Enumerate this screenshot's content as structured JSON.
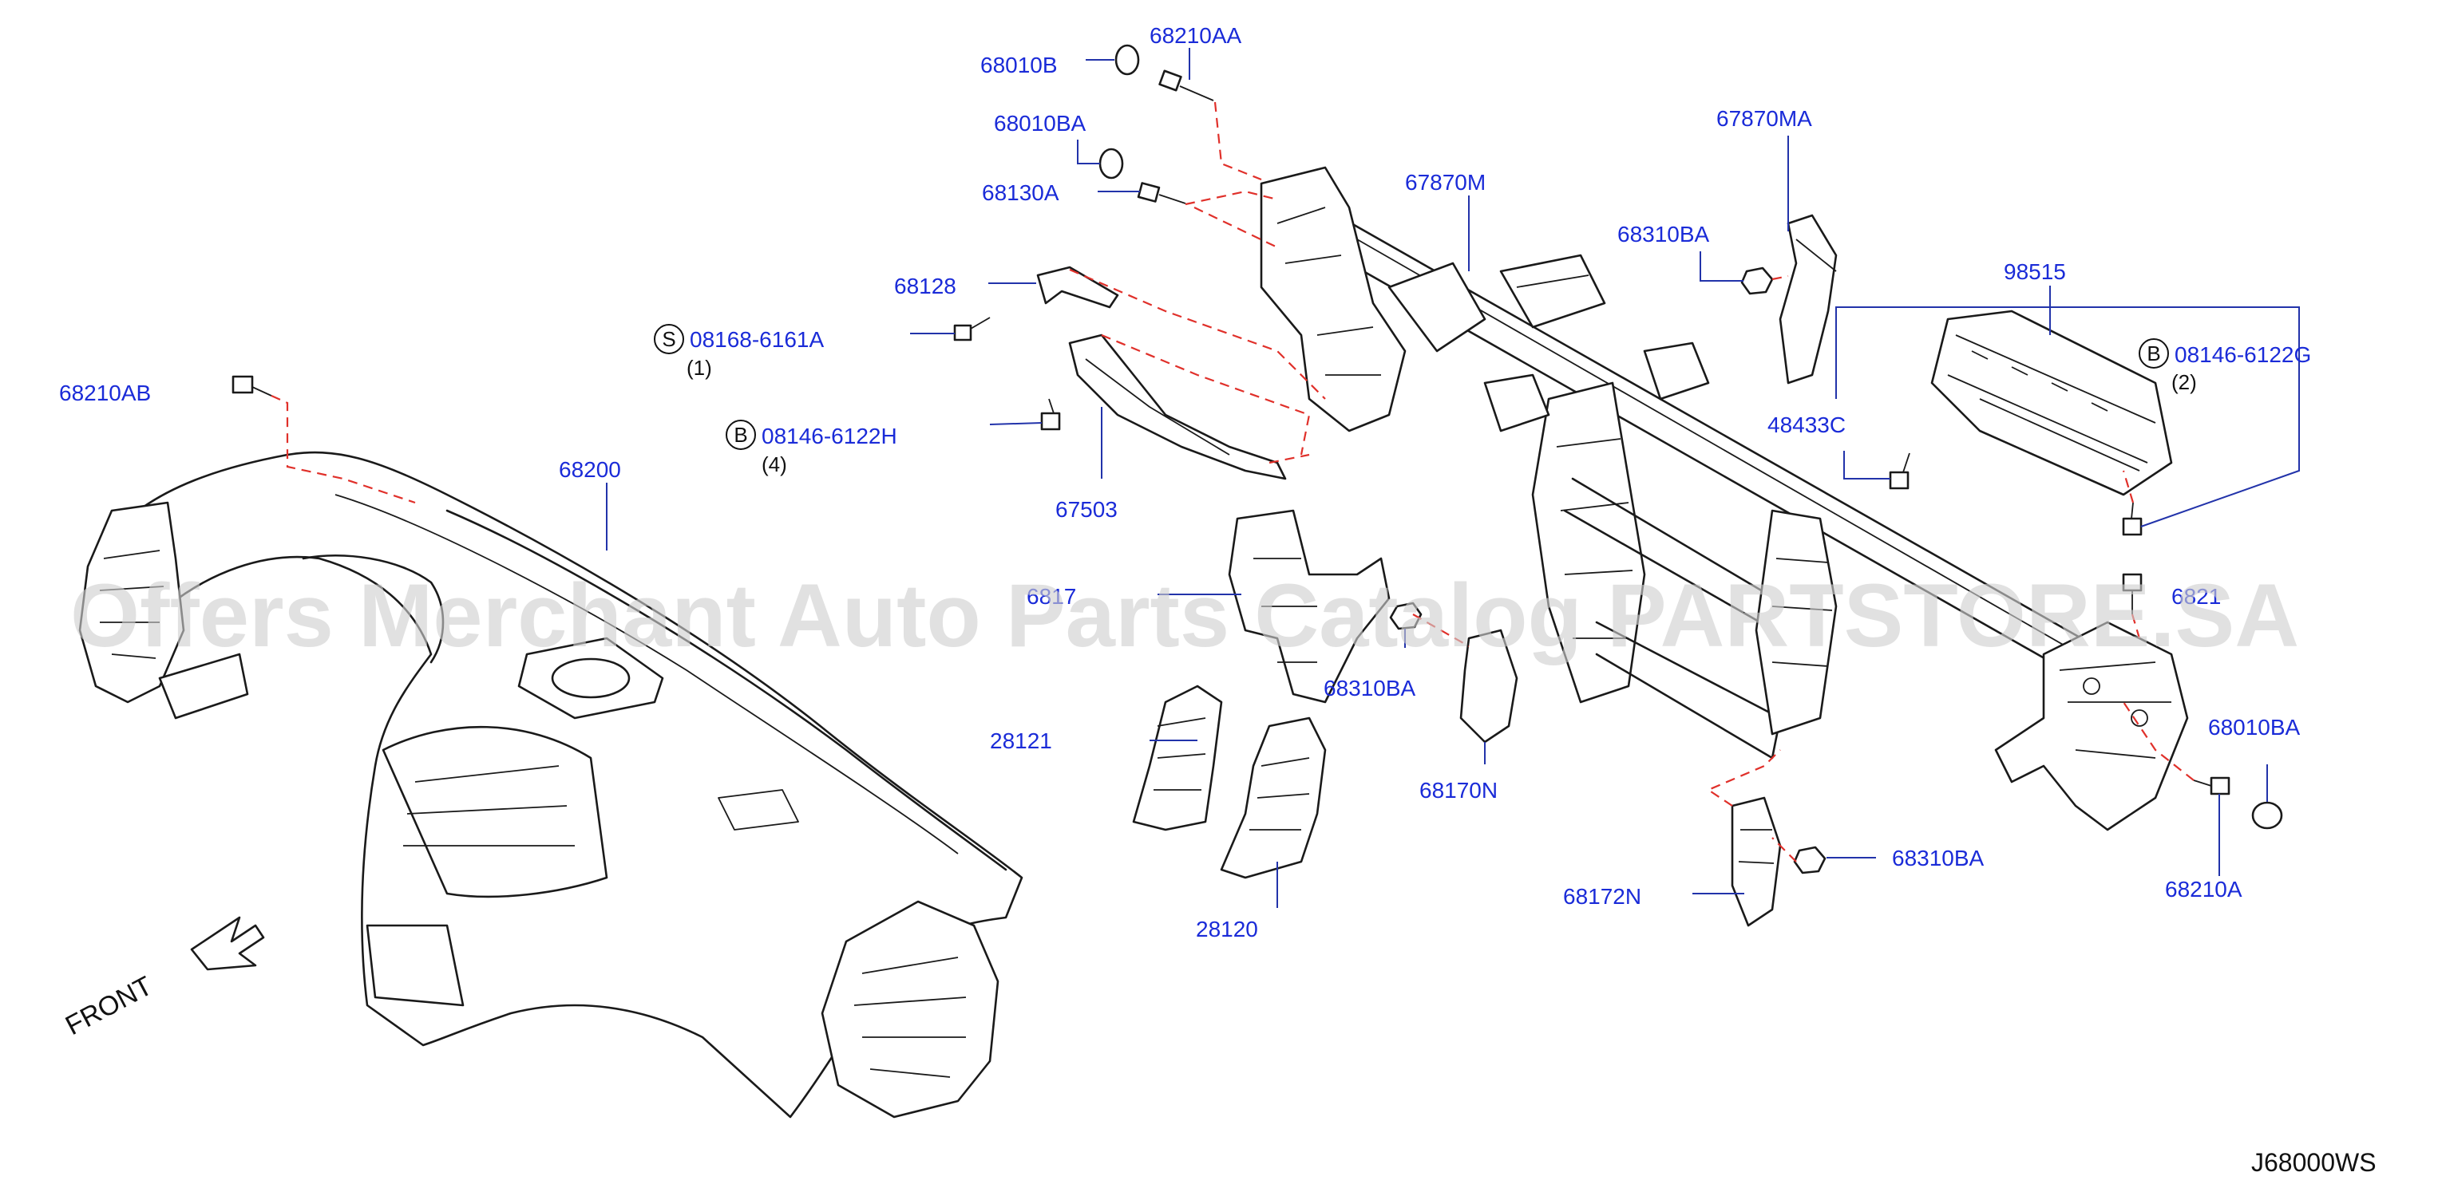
{
  "diagram": {
    "colors": {
      "label": "#1a2bd8",
      "leader": "#2233aa",
      "dash": "#e0302a",
      "line": "#1a1a1a"
    },
    "watermark": "Offers Merchant Auto Parts Catalog PARTSTORE.SA",
    "front_label": "FRONT",
    "drawing_code": "J68000WS",
    "labels": {
      "p68010B": "68010B",
      "p68210AA": "68210AA",
      "p68010BA_top": "68010BA",
      "p68130A": "68130A",
      "p68128": "68128",
      "p08168": "08168-6161A",
      "p08168_qty": "(1)",
      "p08168_sym": "S",
      "p68210AB": "68210AB",
      "p08146H": "08146-6122H",
      "p08146H_qty": "(4)",
      "p08146H_sym": "B",
      "p68200": "68200",
      "p67503": "67503",
      "p67870M": "67870M",
      "p67870MA": "67870MA",
      "p68310BA_top": "68310BA",
      "p98515": "98515",
      "p08146G": "08146-6122G",
      "p08146G_qty": "(2)",
      "p08146G_sym": "B",
      "p48433C": "48433C",
      "p6817x": "6817",
      "p6821xA": "6821",
      "p68310BA_mid": "68310BA",
      "p28121": "28121",
      "p68170N": "68170N",
      "p68010BA_right": "68010BA",
      "p68310BA_bot": "68310BA",
      "p68210A": "68210A",
      "p28120": "28120",
      "p68172N": "68172N"
    }
  }
}
